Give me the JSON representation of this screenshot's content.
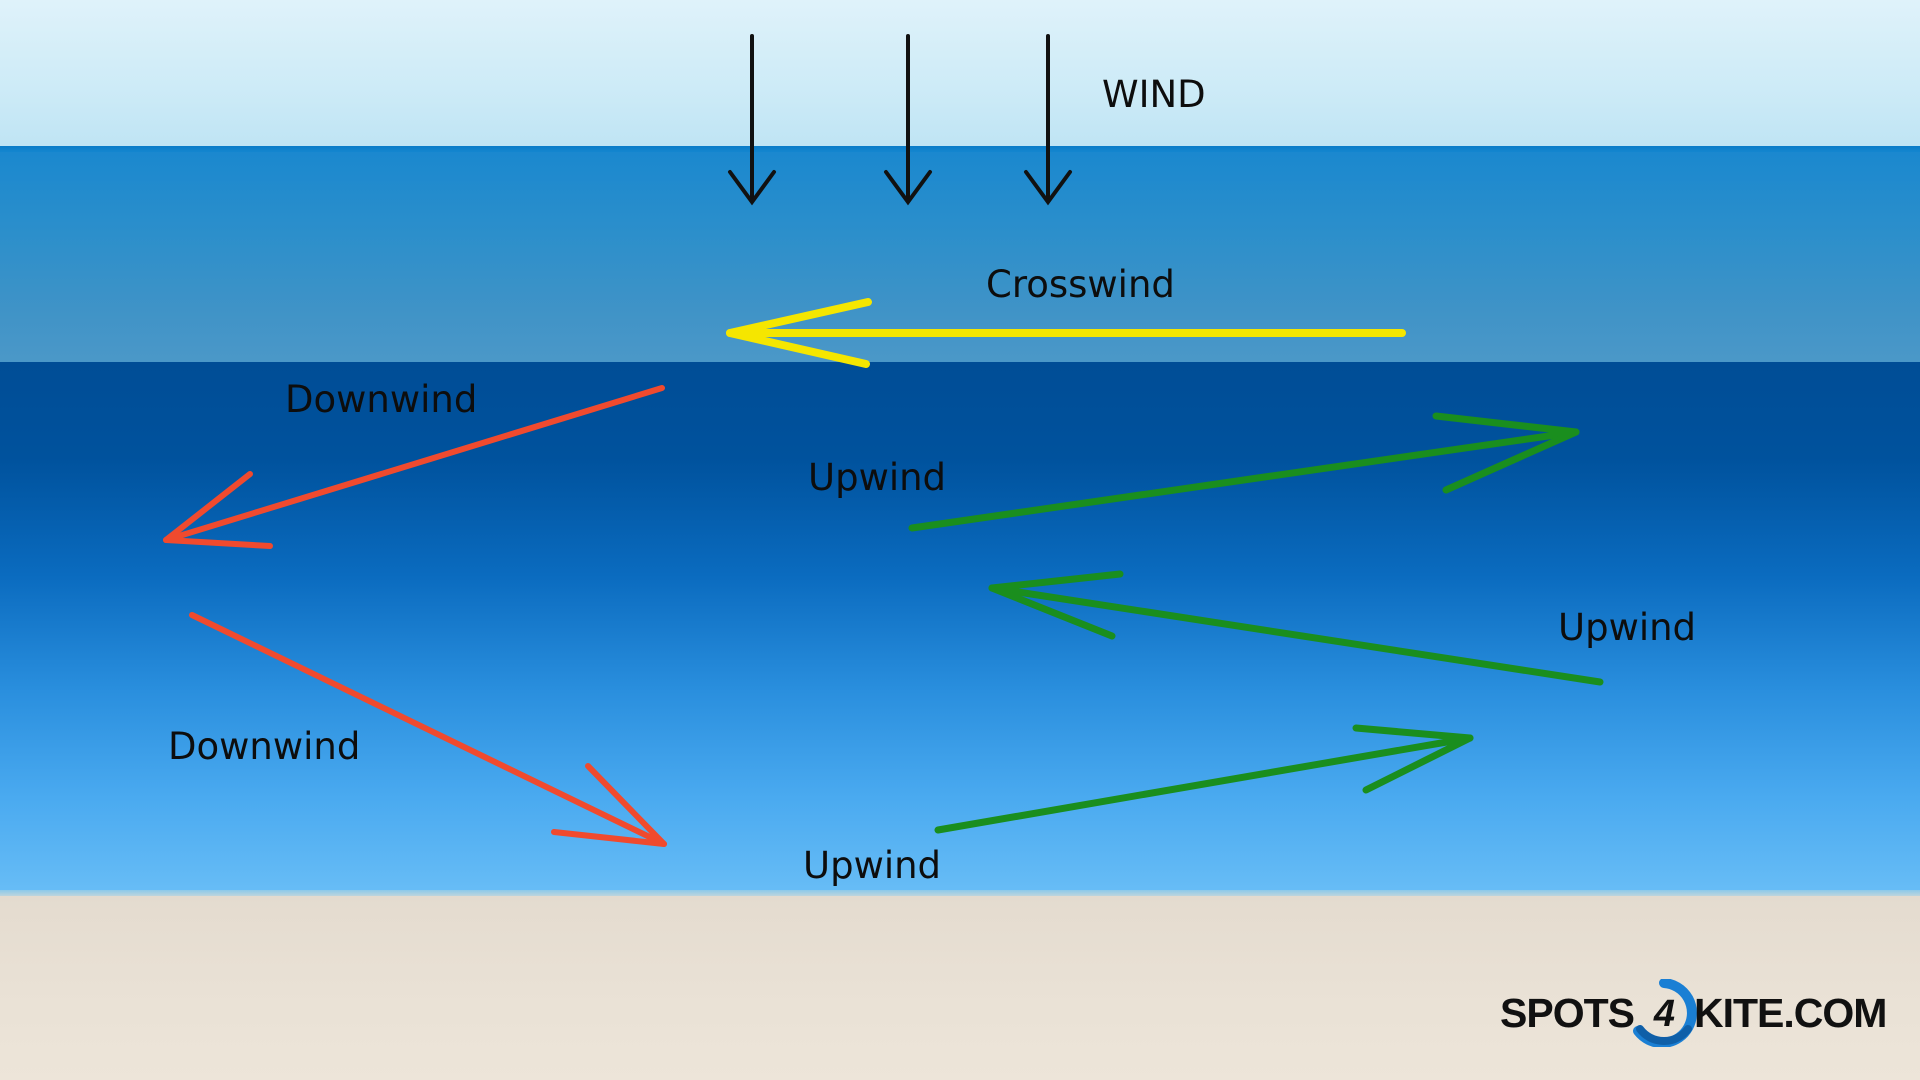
{
  "labels": {
    "wind": "WIND",
    "crosswind": "Crosswind",
    "downwind_top": "Downwind",
    "downwind_bottom": "Downwind",
    "upwind_center": "Upwind",
    "upwind_right": "Upwind",
    "upwind_bottom": "Upwind"
  },
  "logo": {
    "left": "SPOTS",
    "right": "KITE.COM",
    "badge_mark": "4"
  },
  "colors": {
    "wind_arrows": "#111111",
    "crosswind_arrow": "#f5e600",
    "downwind_arrows": "#f04a2e",
    "upwind_arrows": "#1a8e1e",
    "logo_badge": "#1a7fd4"
  },
  "icons": {
    "logo_badge": "kite-badge-icon"
  }
}
